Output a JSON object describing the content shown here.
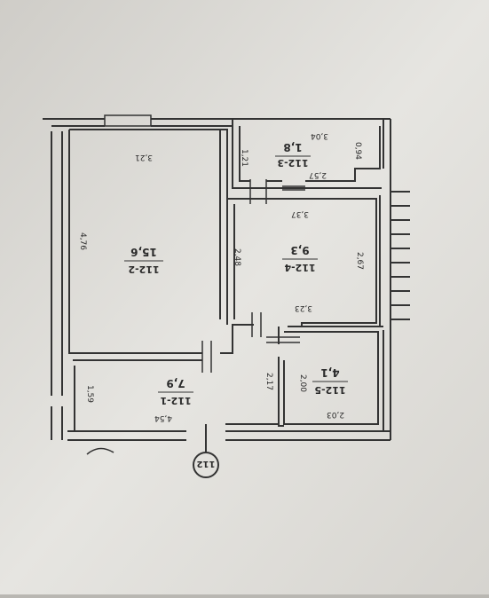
{
  "plan_marker": "112",
  "rooms": [
    {
      "id": "112-1",
      "area": "7,9"
    },
    {
      "id": "112-2",
      "area": "15,6"
    },
    {
      "id": "112-3",
      "area": "1,8"
    },
    {
      "id": "112-4",
      "area": "9,3"
    },
    {
      "id": "112-5",
      "area": "4,1"
    }
  ],
  "dimensions": {
    "r2_width": "3,21",
    "r2_length": "4,76",
    "r1_width": "4,54",
    "r1_depth": "1,59",
    "r1_passage": "2,17",
    "r3_width": "3,04",
    "r3_bottom": "2,57",
    "r3_left": "1,21",
    "r3_right": "0,94",
    "r4_top": "3,37",
    "r4_bottom": "3,23",
    "r4_left": "2,48",
    "r4_right": "2,67",
    "r5_width": "2,03",
    "r5_depth": "2,00"
  }
}
